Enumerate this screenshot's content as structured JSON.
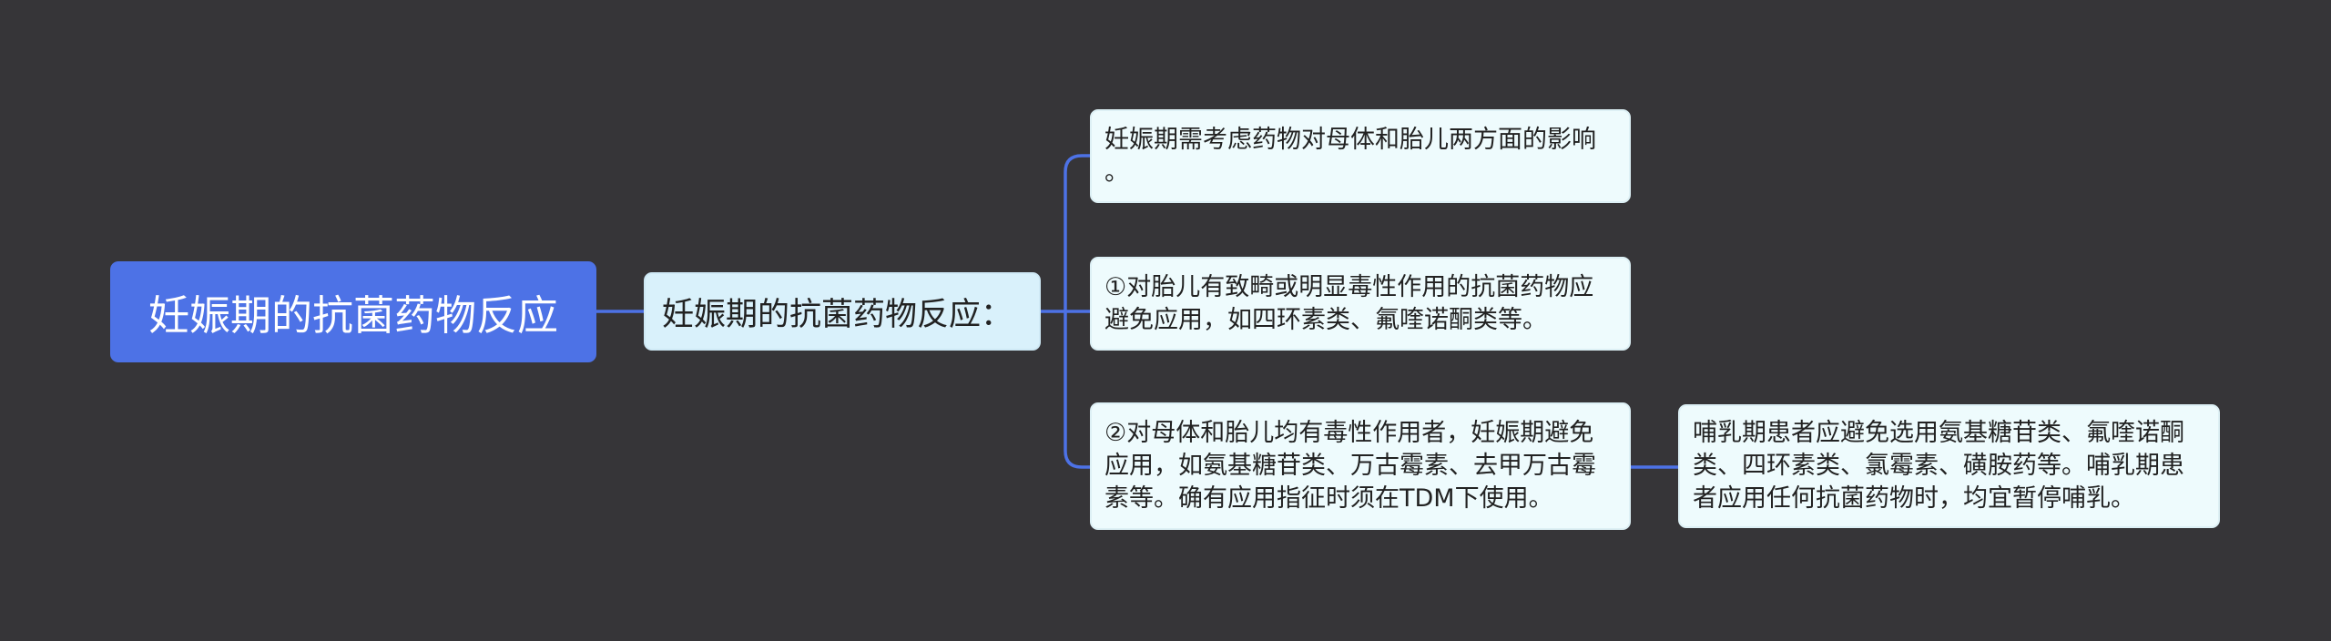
{
  "mindmap": {
    "root": {
      "text": "妊娠期的抗菌药物反应"
    },
    "branch": {
      "text": "妊娠期的抗菌药物反应："
    },
    "leaves": [
      {
        "text": "妊娠期需考虑药物对母体和胎儿两方面的影响\n。"
      },
      {
        "text": "①对胎儿有致畸或明显毒性作用的抗菌药物应\n避免应用，如四环素类、氟喹诺酮类等。"
      },
      {
        "text": "②对母体和胎儿均有毒性作用者，妊娠期避免\n应用，如氨基糖苷类、万古霉素、去甲万古霉\n素等。确有应用指征时须在TDM下使用。"
      }
    ],
    "sub_leaf": {
      "text": "哺乳期患者应避免选用氨基糖苷类、氟喹诺酮\n类、四环素类、氯霉素、磺胺药等。哺乳期患\n者应用任何抗菌药物时，均宜暂停哺乳。"
    }
  },
  "colors": {
    "background": "#363538",
    "connector": "#4d72e6",
    "root_fill": "#4d72e6",
    "branch_fill": "#d9f1fb",
    "leaf_fill": "#eefbfd"
  }
}
